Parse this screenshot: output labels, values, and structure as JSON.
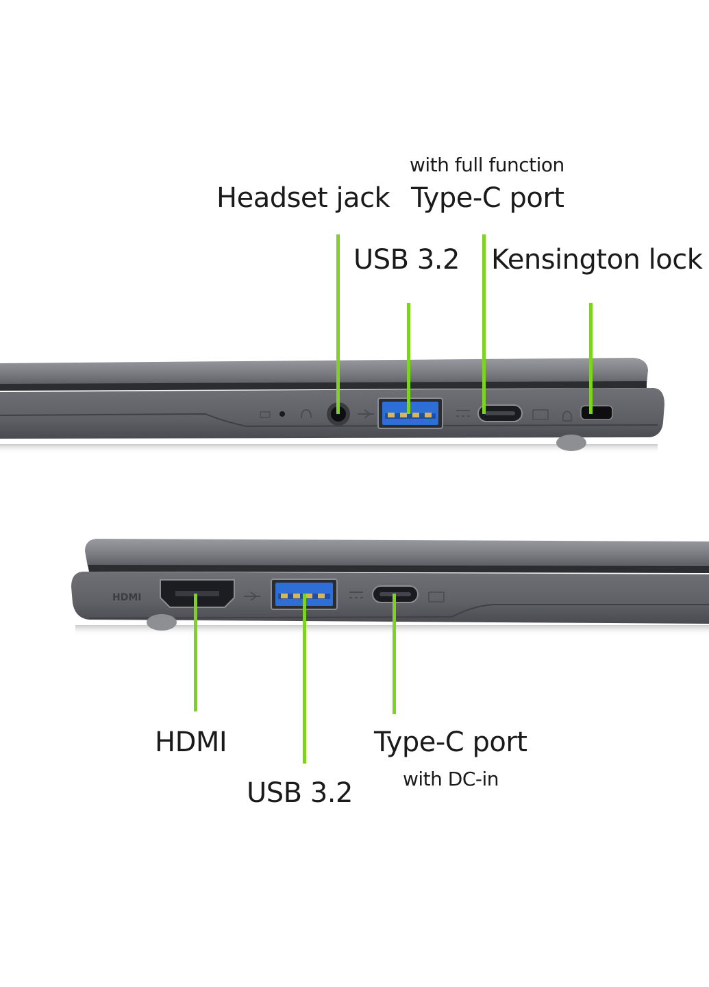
{
  "colors": {
    "leader": "#7ed321",
    "body": "#6b6c70",
    "usb_blue": "#2d6fd6"
  },
  "top_side": {
    "headset_label": "Headset jack",
    "typec_sub": "with full function",
    "typec_label": "Type-C port",
    "usb_label": "USB 3.2",
    "kensington_label": "Kensington lock"
  },
  "bottom_side": {
    "hdmi_label": "HDMI",
    "usb_label": "USB 3.2",
    "typec_label": "Type-C port",
    "typec_sub": "with DC-in",
    "hdmi_logo": "HDMI"
  }
}
